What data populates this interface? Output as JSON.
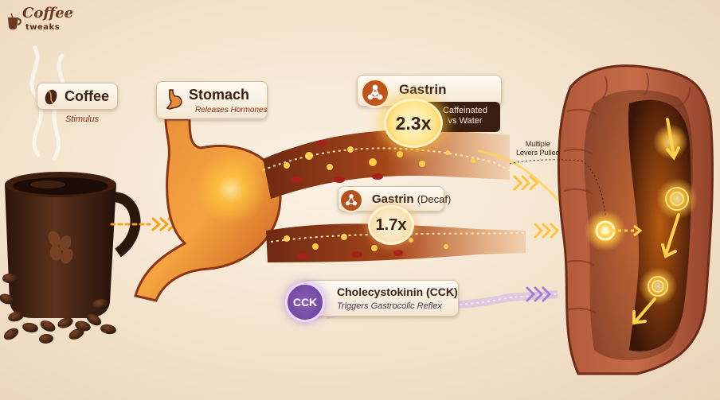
{
  "brand": {
    "logo_top": "Coffee",
    "logo_bottom": "tweaks"
  },
  "nodes": {
    "coffee": {
      "title": "Coffee",
      "subtitle": "Stimulus",
      "icon": "coffee-bean-icon"
    },
    "stomach": {
      "title": "Stomach",
      "subtitle": "Releases Hormones",
      "icon": "stomach-icon"
    },
    "gastrin_caffeinated": {
      "title": "Gastrin",
      "multiplier": "2.3x",
      "note_line1": "Caffeinated",
      "note_line2": "vs Water",
      "icon": "molecule-icon"
    },
    "gastrin_decaf": {
      "title": "Gastrin",
      "title_suffix": "(Decaf)",
      "multiplier": "1.7x",
      "icon": "molecule-icon"
    },
    "cck": {
      "badge": "CCK",
      "title": "Cholecystokinin (CCK)",
      "subtitle": "Triggers Gastrocolic Reflex"
    }
  },
  "annotation": {
    "line1": "Multiple",
    "line2": "Levers Pulled"
  },
  "colors": {
    "coffee_brown": "#3a1d0e",
    "accent_red": "#8a2a14",
    "glow_orange": "#f7a21b",
    "glow_yellow": "#ffe07a",
    "cck_purple": "#9b6fc7",
    "colon_brown": "#9c4a32"
  }
}
